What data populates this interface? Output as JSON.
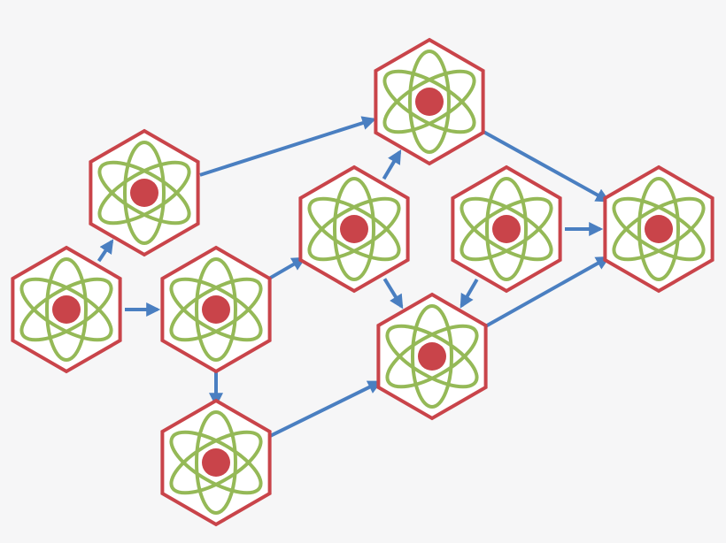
{
  "colors": {
    "background": "#f6f6f7",
    "hexagon_border": "#c9444a",
    "hexagon_fill": "#ffffff",
    "orbit": "#95b957",
    "nucleus": "#c9444a",
    "arrow": "#4a7fc1"
  },
  "icon": "atom-icon",
  "nodes": [
    {
      "id": "n1",
      "name": "atom-node-1"
    },
    {
      "id": "n2",
      "name": "atom-node-2"
    },
    {
      "id": "n3",
      "name": "atom-node-3"
    },
    {
      "id": "n4",
      "name": "atom-node-4"
    },
    {
      "id": "n5",
      "name": "atom-node-5"
    },
    {
      "id": "n6",
      "name": "atom-node-6"
    },
    {
      "id": "n7",
      "name": "atom-node-7"
    },
    {
      "id": "n8",
      "name": "atom-node-8"
    },
    {
      "id": "n9",
      "name": "atom-node-9"
    }
  ],
  "edges": [
    {
      "from": "n1",
      "to": "n2"
    },
    {
      "from": "n1",
      "to": "n3"
    },
    {
      "from": "n2",
      "to": "n6"
    },
    {
      "from": "n3",
      "to": "n4"
    },
    {
      "from": "n3",
      "to": "n5"
    },
    {
      "from": "n4",
      "to": "n6"
    },
    {
      "from": "n4",
      "to": "n8"
    },
    {
      "from": "n5",
      "to": "n8"
    },
    {
      "from": "n6",
      "to": "n9"
    },
    {
      "from": "n7",
      "to": "n9"
    },
    {
      "from": "n7",
      "to": "n8"
    },
    {
      "from": "n8",
      "to": "n9"
    }
  ]
}
